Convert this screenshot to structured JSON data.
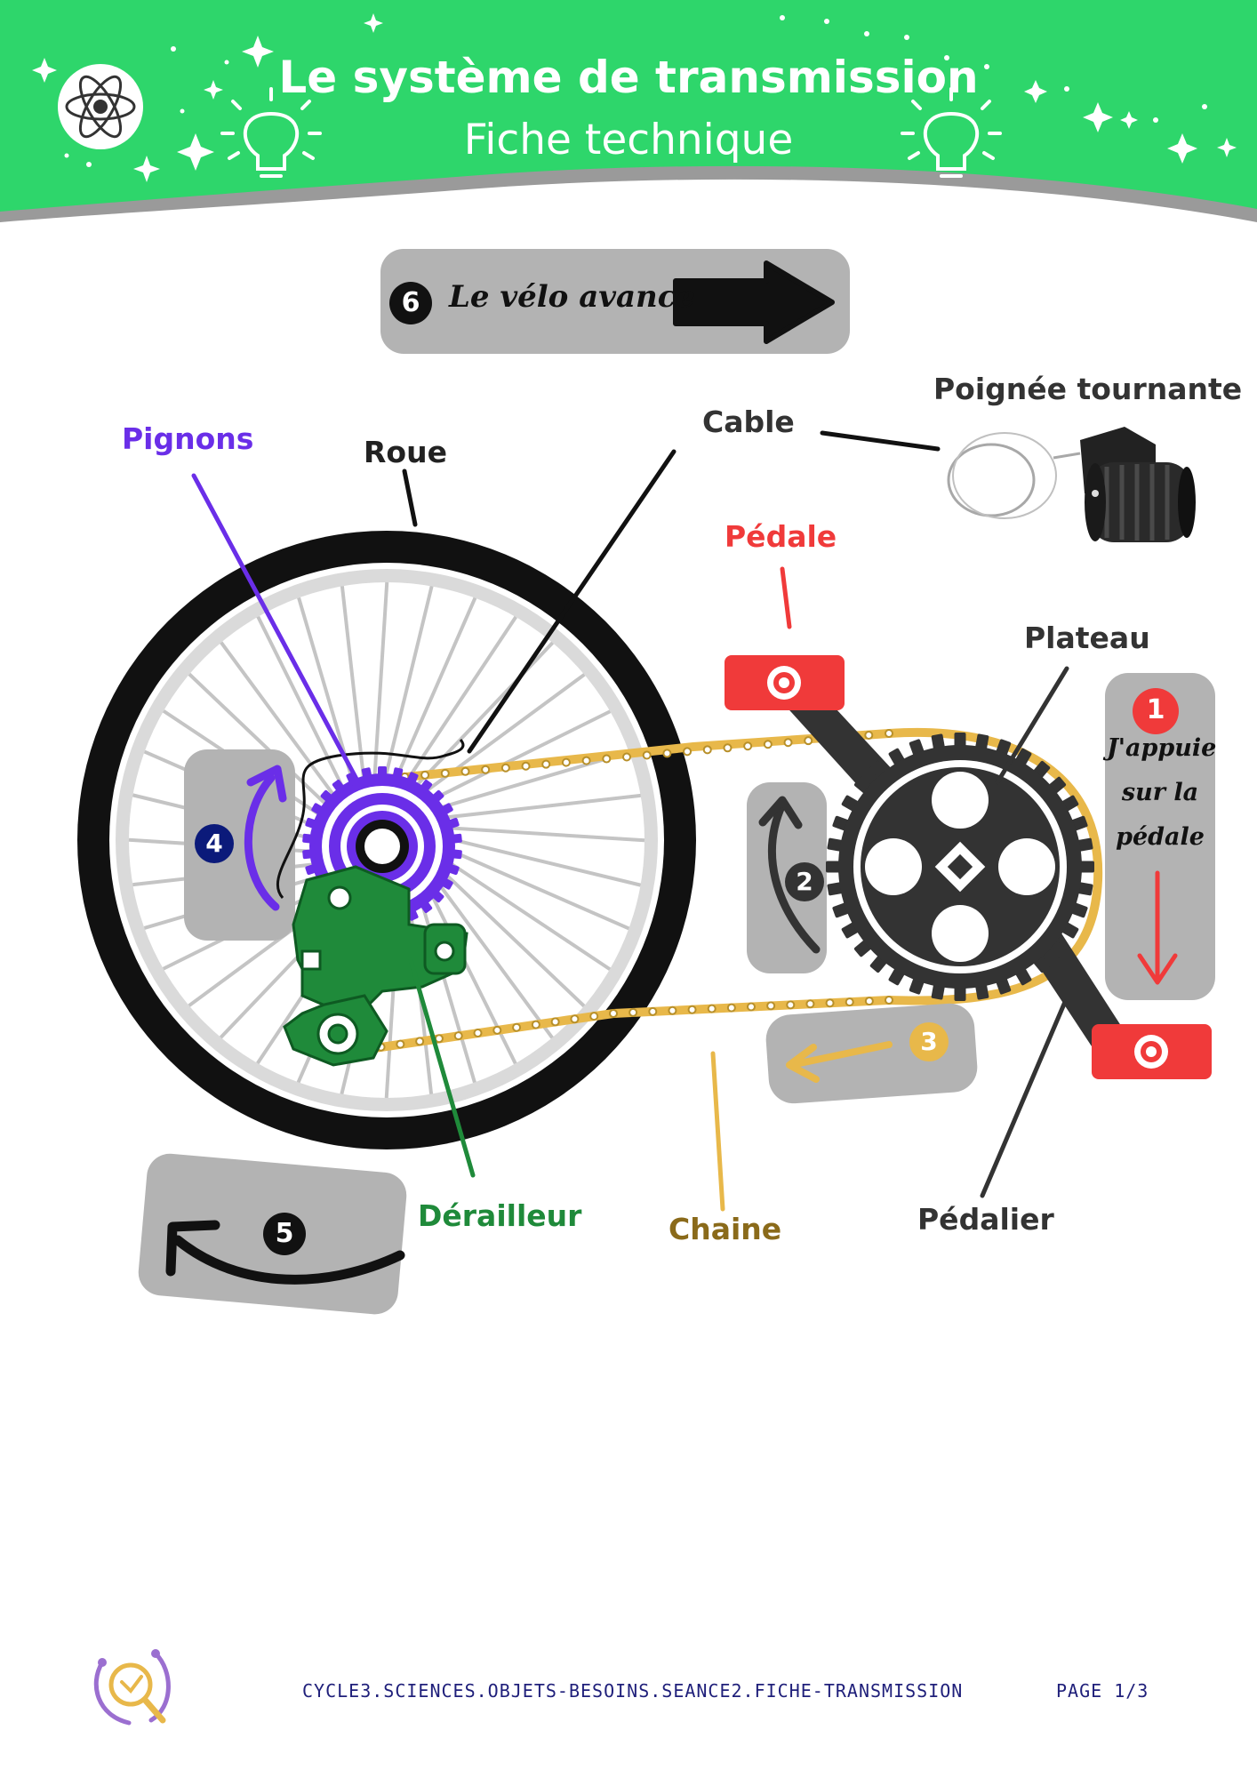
{
  "header": {
    "title": "Le système de transmission",
    "subtitle": "Fiche technique",
    "colors": {
      "green": "#2ed66b",
      "gray": "#9a9a9a"
    },
    "icons": [
      "atom-icon",
      "lightbulb-icon",
      "star-icon"
    ]
  },
  "steps": {
    "s1": {
      "number": "1",
      "text_line1": "J'appuie",
      "text_line2": "sur la",
      "text_line3": "pédale"
    },
    "s2": {
      "number": "2"
    },
    "s3": {
      "number": "3"
    },
    "s4": {
      "number": "4"
    },
    "s5": {
      "number": "5"
    },
    "s6": {
      "number": "6",
      "text": "Le vélo avance"
    }
  },
  "labels": {
    "pignons": "Pignons",
    "roue": "Roue",
    "cable": "Cable",
    "poignee": "Poignée tournante",
    "pedale": "Pédale",
    "plateau": "Plateau",
    "derailleur": "Dérailleur",
    "chaine": "Chaine",
    "pedalier": "Pédalier"
  },
  "colors": {
    "pignons": "#6a2ee8",
    "pedale": "#f03a3a",
    "derailleur": "#1f8a3a",
    "chaine": "#e8b84a",
    "chaine_label": "#8a6a1a",
    "dark": "#333333"
  },
  "footer": {
    "reference": "CYCLE3.SCIENCES.OBJETS-BESOINS.SEANCE2.FICHE-TRANSMISSION",
    "page": "PAGE  1/3"
  }
}
